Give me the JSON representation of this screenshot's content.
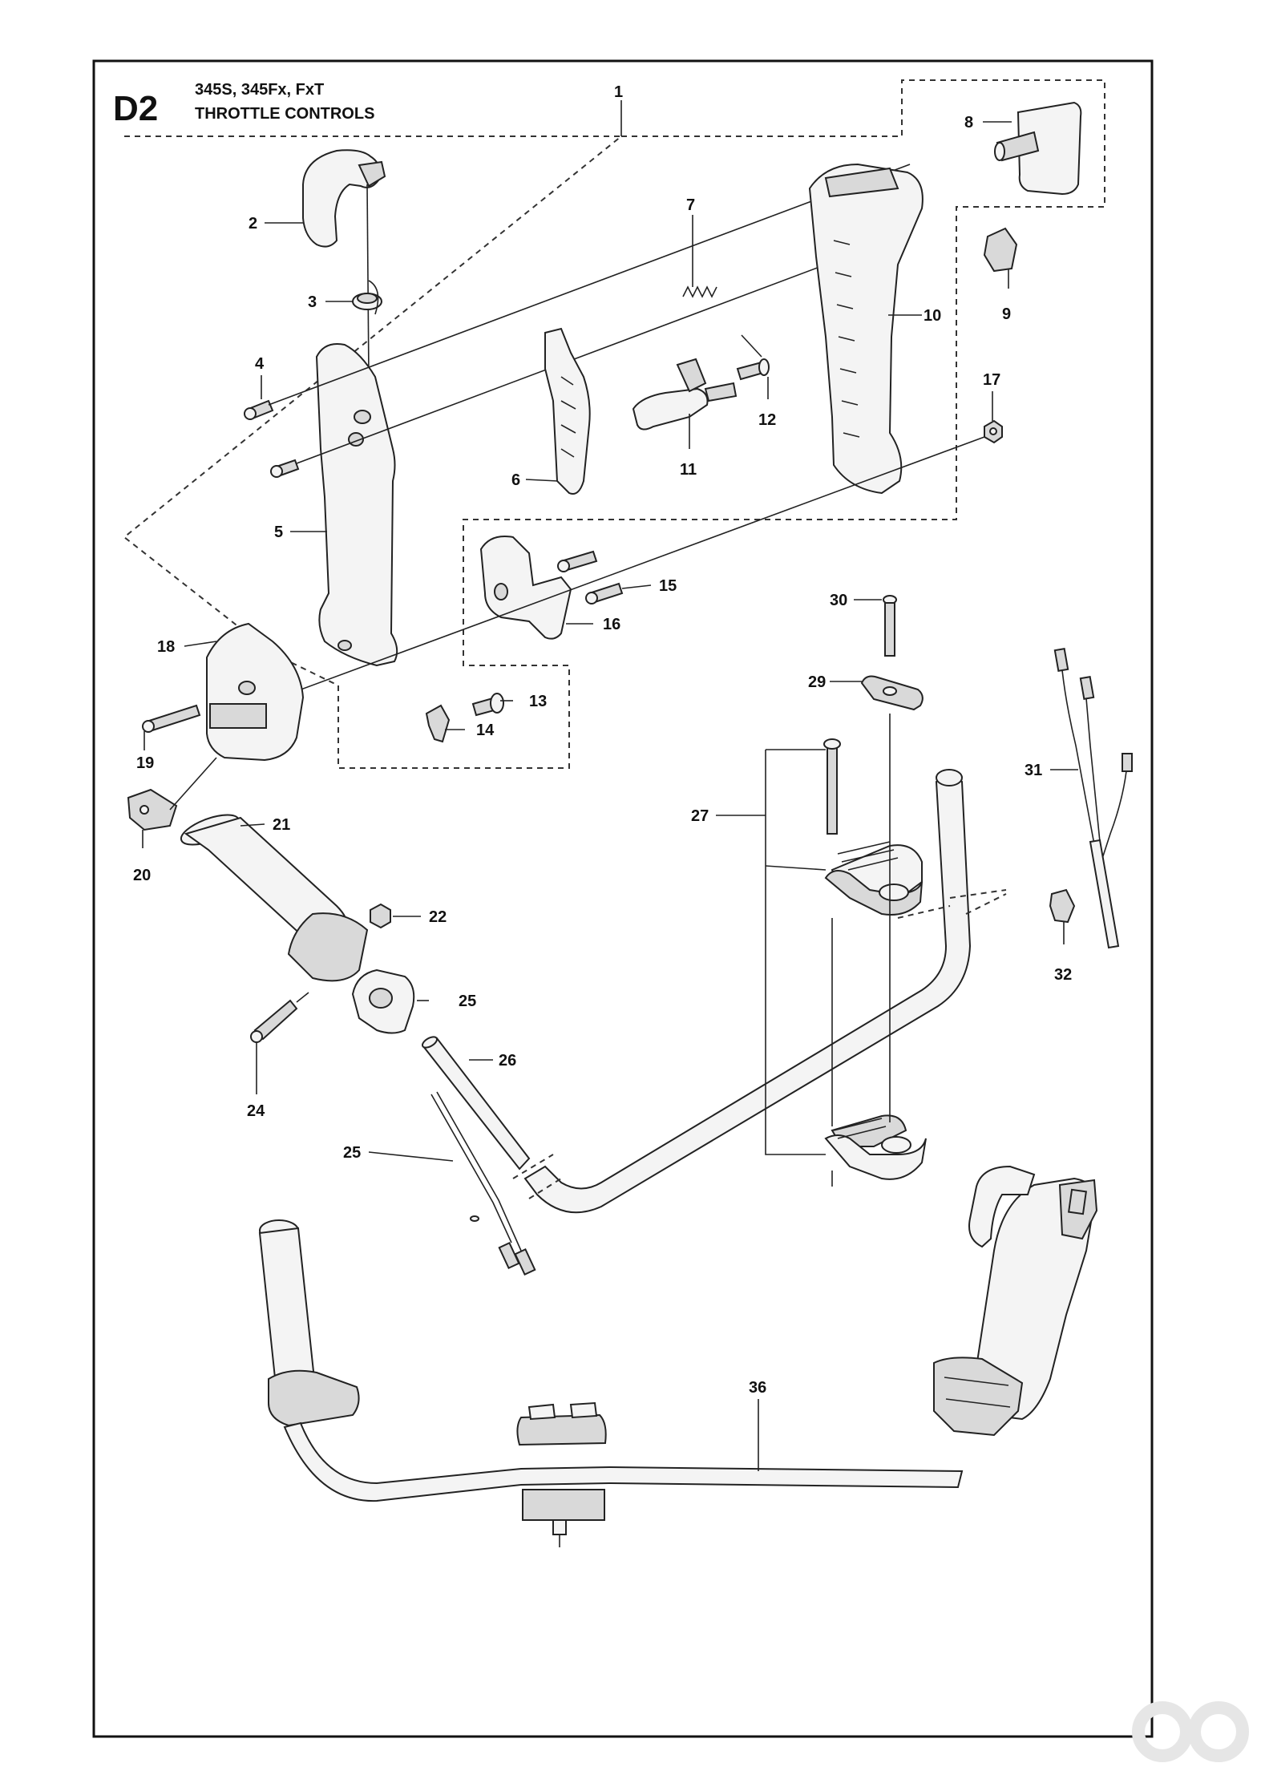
{
  "header": {
    "code": "D2",
    "models": "345S, 345Fx, FxT",
    "title": "THROTTLE CONTROLS"
  },
  "callouts": [
    "1",
    "2",
    "3",
    "4",
    "5",
    "6",
    "7",
    "8",
    "9",
    "10",
    "11",
    "12",
    "13",
    "14",
    "15",
    "16",
    "17",
    "18",
    "19",
    "20",
    "21",
    "22",
    "24",
    "25",
    "26",
    "25",
    "27",
    "29",
    "30",
    "31",
    "32",
    "36"
  ],
  "colors": {
    "line": "#222222",
    "background": "#ffffff",
    "watermark": "#e6e6e6"
  },
  "watermark": "logo"
}
